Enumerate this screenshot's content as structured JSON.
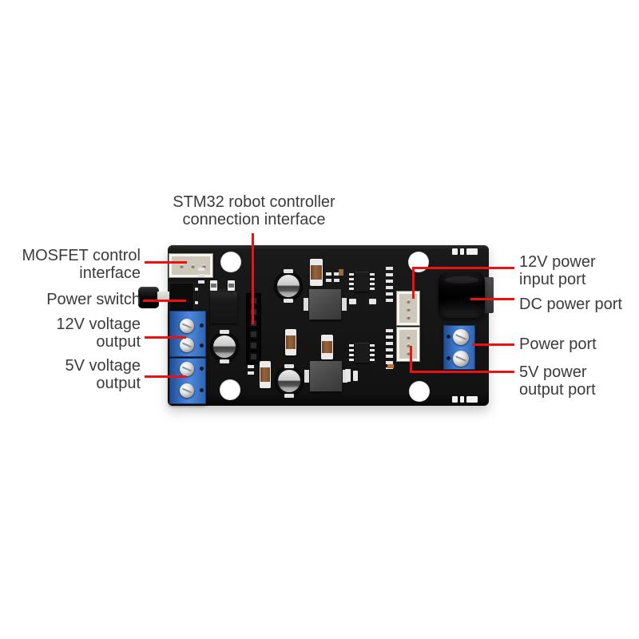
{
  "colors": {
    "annotation_red": "#ee1111",
    "text": "#3b3b3b",
    "board": "#161616",
    "terminal_blue": "#3b76cc",
    "connector_beige": "#cdc8bb"
  },
  "annotations": {
    "stm32": {
      "line1": "STM32 robot controller",
      "line2": "connection interface"
    },
    "mosfet": {
      "line1": "MOSFET control",
      "line2": "interface"
    },
    "power_switch": {
      "line1": "Power switch"
    },
    "v12_output": {
      "line1": "12V voltage",
      "line2": "output"
    },
    "v5_output": {
      "line1": "5V voltage",
      "line2": "output"
    },
    "v12_input": {
      "line1": "12V power",
      "line2": "input port"
    },
    "dc_port": {
      "line1": "DC power port"
    },
    "power_port": {
      "line1": "Power port"
    },
    "v5_output_port": {
      "line1": "5V power",
      "line2": "output port"
    }
  },
  "board": {
    "components": [
      "mosfet-control-connector",
      "power-switch",
      "stm32-header-socket",
      "12v-output-terminal",
      "5v-output-terminal",
      "electrolytic-capacitor",
      "inductor",
      "power-ic",
      "soic-ic",
      "12v-input-connector",
      "5v-output-connector",
      "dc-barrel-jack",
      "power-terminal-block",
      "mounting-hole"
    ]
  }
}
